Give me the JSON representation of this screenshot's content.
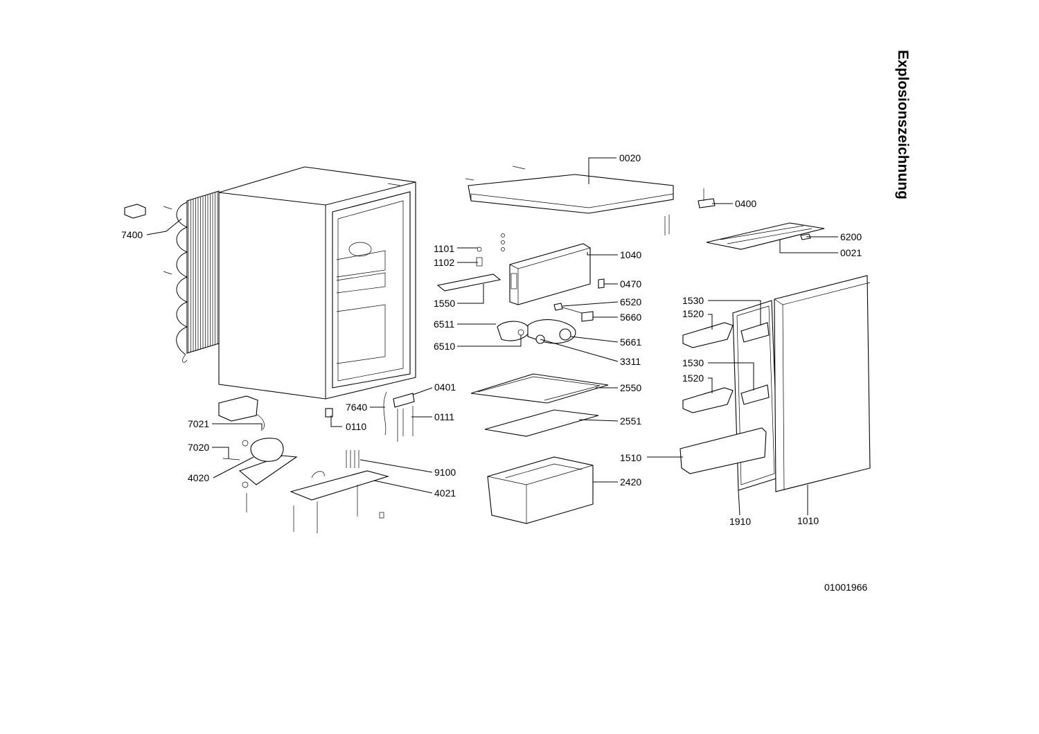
{
  "title": "Explosionszeichnung",
  "document_number": "01001966",
  "labels": {
    "p0020": "0020",
    "p0400": "0400",
    "p6200": "6200",
    "p0021": "0021",
    "p1040": "1040",
    "p0470": "0470",
    "p1101": "1101",
    "p1102": "1102",
    "p1550": "1550",
    "p6520": "6520",
    "p5660": "5660",
    "p6511": "6511",
    "p5661": "5661",
    "p6510": "6510",
    "p3311": "3311",
    "p7400": "7400",
    "p0401": "0401",
    "p7640": "7640",
    "p0111": "0111",
    "p0110": "0110",
    "p7021": "7021",
    "p7020": "7020",
    "p4020": "4020",
    "p9100": "9100",
    "p4021": "4021",
    "p2550": "2550",
    "p2551": "2551",
    "p2420": "2420",
    "p1530a": "1530",
    "p1520a": "1520",
    "p1530b": "1530",
    "p1520b": "1520",
    "p1510": "1510",
    "p1910": "1910",
    "p1010": "1010"
  },
  "colors": {
    "line": "#000000",
    "background": "#ffffff"
  }
}
